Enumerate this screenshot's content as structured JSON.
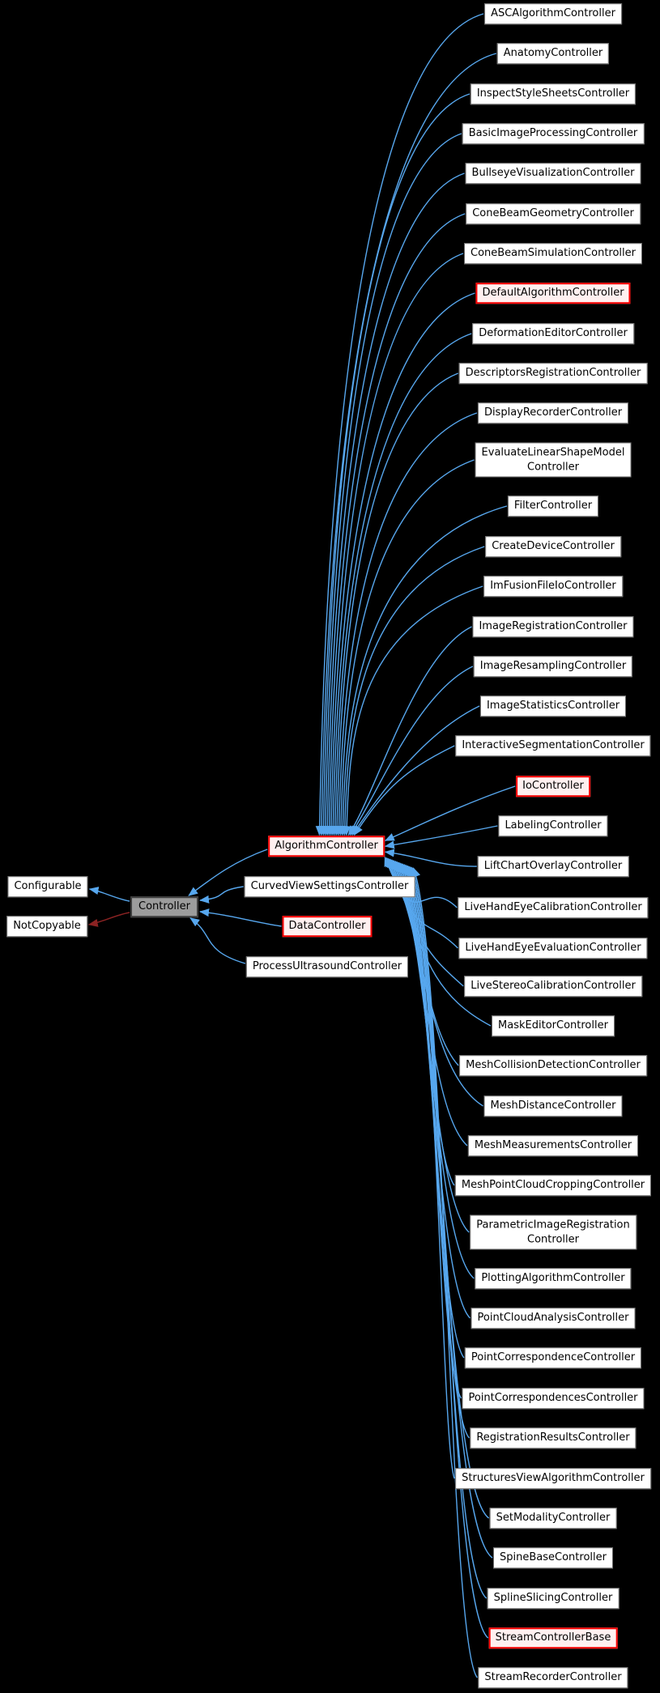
{
  "diagram": {
    "background": "#000000",
    "colors": {
      "edge": "#57A7EE",
      "private_edge": "#8B2323",
      "node_fill": "#FFFFFF",
      "node_border": "#6A6A6A",
      "node_text": "#000000",
      "current_fill": "#9C9C9C",
      "current_border": "#3D3D3D",
      "undocumented_fill": "#FFF0F0",
      "undocumented_border": "#FF0000"
    }
  },
  "base_classes": [
    {
      "label": "Configurable",
      "variant": "white"
    },
    {
      "label": "NotCopyable",
      "variant": "white"
    }
  ],
  "current_class": {
    "label": "Controller",
    "variant": "current"
  },
  "direct_subclasses": [
    {
      "label": "AlgorithmController",
      "variant": "red"
    },
    {
      "label": "CurvedViewSettingsController",
      "variant": "white"
    },
    {
      "label": "DataController",
      "variant": "red"
    },
    {
      "label": "ProcessUltrasoundController",
      "variant": "white"
    }
  ],
  "algorithm_subclasses": [
    {
      "label": "ASCAlgorithmController",
      "variant": "white"
    },
    {
      "label": "AnatomyController",
      "variant": "white"
    },
    {
      "label": "InspectStyleSheetsController",
      "variant": "white"
    },
    {
      "label": "BasicImageProcessingController",
      "variant": "white"
    },
    {
      "label": "BullseyeVisualizationController",
      "variant": "white"
    },
    {
      "label": "ConeBeamGeometryController",
      "variant": "white"
    },
    {
      "label": "ConeBeamSimulationController",
      "variant": "white"
    },
    {
      "label": "DefaultAlgorithmController",
      "variant": "red"
    },
    {
      "label": "DeformationEditorController",
      "variant": "white"
    },
    {
      "label": "DescriptorsRegistrationController",
      "variant": "white"
    },
    {
      "label": "DisplayRecorderController",
      "variant": "white"
    },
    {
      "label": "EvaluateLinearShapeModel\nController",
      "variant": "white"
    },
    {
      "label": "FilterController",
      "variant": "white"
    },
    {
      "label": "CreateDeviceController",
      "variant": "white"
    },
    {
      "label": "ImFusionFileIoController",
      "variant": "white"
    },
    {
      "label": "ImageRegistrationController",
      "variant": "white"
    },
    {
      "label": "ImageResamplingController",
      "variant": "white"
    },
    {
      "label": "ImageStatisticsController",
      "variant": "white"
    },
    {
      "label": "InteractiveSegmentationController",
      "variant": "white"
    },
    {
      "label": "IoController",
      "variant": "red"
    },
    {
      "label": "LabelingController",
      "variant": "white"
    },
    {
      "label": "LiftChartOverlayController",
      "variant": "white"
    },
    {
      "label": "LiveHandEyeCalibrationController",
      "variant": "white"
    },
    {
      "label": "LiveHandEyeEvaluationController",
      "variant": "white"
    },
    {
      "label": "LiveStereoCalibrationController",
      "variant": "white"
    },
    {
      "label": "MaskEditorController",
      "variant": "white"
    },
    {
      "label": "MeshCollisionDetectionController",
      "variant": "white"
    },
    {
      "label": "MeshDistanceController",
      "variant": "white"
    },
    {
      "label": "MeshMeasurementsController",
      "variant": "white"
    },
    {
      "label": "MeshPointCloudCroppingController",
      "variant": "white"
    },
    {
      "label": "ParametricImageRegistration\nController",
      "variant": "white"
    },
    {
      "label": "PlottingAlgorithmController",
      "variant": "white"
    },
    {
      "label": "PointCloudAnalysisController",
      "variant": "white"
    },
    {
      "label": "PointCorrespondenceController",
      "variant": "white"
    },
    {
      "label": "PointCorrespondencesController",
      "variant": "white"
    },
    {
      "label": "RegistrationResultsController",
      "variant": "white"
    },
    {
      "label": "StructuresViewAlgorithmController",
      "variant": "white"
    },
    {
      "label": "SetModalityController",
      "variant": "white"
    },
    {
      "label": "SpineBaseController",
      "variant": "white"
    },
    {
      "label": "SplineSlicingController",
      "variant": "white"
    },
    {
      "label": "StreamControllerBase",
      "variant": "red"
    },
    {
      "label": "StreamRecorderController",
      "variant": "white"
    }
  ]
}
